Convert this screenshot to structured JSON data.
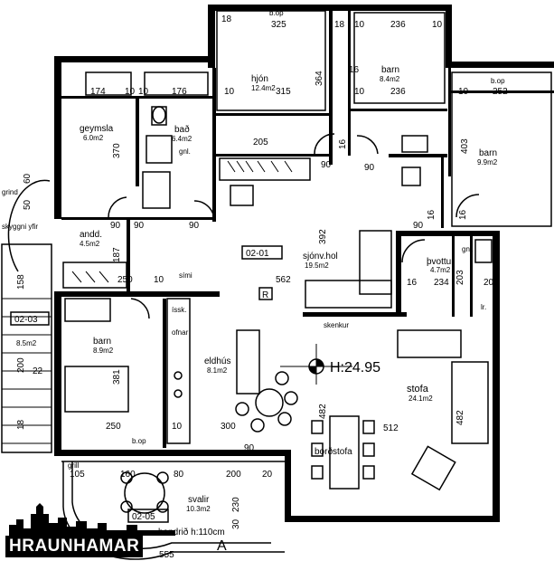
{
  "rooms": {
    "hjon": {
      "name": "hjón",
      "area": "12.4m2"
    },
    "barn1": {
      "name": "barn",
      "area": "8.4m2"
    },
    "barn2": {
      "name": "barn",
      "area": "9.9m2"
    },
    "barn3": {
      "name": "barn",
      "area": "8.9m2"
    },
    "geymsla": {
      "name": "geymsla",
      "area": "6.0m2"
    },
    "bad": {
      "name": "bað",
      "area": "6.4m2"
    },
    "andd": {
      "name": "andd.",
      "area": "4.5m2"
    },
    "sjonvhol": {
      "name": "sjónv.hol",
      "area": "19.5m2"
    },
    "thvottur": {
      "name": "þvottur",
      "area": "4.7m2"
    },
    "eldhus": {
      "name": "eldhús",
      "area": "8.1m2"
    },
    "stofa": {
      "name": "stofa",
      "area": "24.1m2"
    },
    "bordstofa": {
      "name": "borðstofa"
    },
    "svalir": {
      "name": "svalir",
      "area": "10.3m2"
    }
  },
  "unit_ids": {
    "main": "02-01",
    "left": "02-03",
    "balcony": "02-05"
  },
  "labels": {
    "elevation": "H:24.95",
    "handrail": "handrið h:110cm",
    "grill": "grill",
    "grind": "grind",
    "skyggni": "skyggni yfir",
    "bop_top": "b.op",
    "bop_right": "b.op",
    "bop_bottom": "b.op",
    "skenkur": "skenkur",
    "simi": "sími",
    "ofnar": "ofnar",
    "isk": "íssk.",
    "gnl1": "gnl.",
    "gnl2": "gnl.",
    "lr": "lr.",
    "r_mark": "R",
    "left_area": "8.5m2",
    "a_mark": "A"
  },
  "dims": {
    "d325": "325",
    "d18a": "18",
    "d18b": "18",
    "d10a": "10",
    "d236a": "236",
    "d10b": "10",
    "d174": "174",
    "d10c": "10",
    "d10d": "10",
    "d176": "176",
    "d10e": "10",
    "d315": "315",
    "d10f": "10",
    "d236b": "236",
    "d10g": "10",
    "d252": "252",
    "d364": "364",
    "d370": "370",
    "d205": "205",
    "d16a": "16",
    "d403": "403",
    "d90a": "90",
    "d90b": "90",
    "d90c": "90",
    "d90d": "90",
    "d90e": "90",
    "d90f": "90",
    "d16b": "16",
    "d16c": "16",
    "d392": "392",
    "d187": "187",
    "d250a": "250",
    "d10h": "10",
    "d562": "562",
    "d16d": "16",
    "d234": "234",
    "d20": "20",
    "d203": "203",
    "d22": "22",
    "d200": "200",
    "d381": "381",
    "d250b": "250",
    "d10i": "10",
    "d300": "300",
    "d482a": "482",
    "d512": "512",
    "d482b": "482",
    "d105": "105",
    "d160": "160",
    "d80": "80",
    "d200b": "200",
    "d20b": "20",
    "d230": "230",
    "d30": "30",
    "d555": "555",
    "d90g": "90",
    "d60": "60",
    "d50": "50",
    "d158": "158",
    "d18c": "18",
    "d16e": "16"
  },
  "logo": {
    "text": "HRAUNHAMAR"
  }
}
